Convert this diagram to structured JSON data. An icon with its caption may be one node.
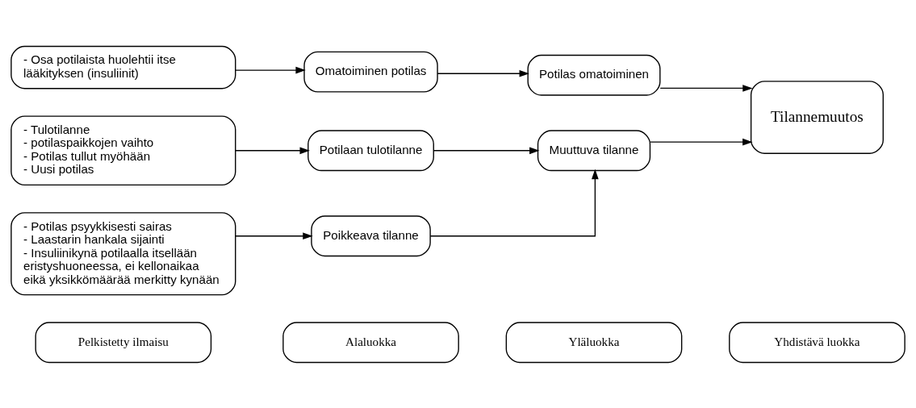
{
  "diagram": {
    "nodes": [
      {
        "text": [
          "Pelkistetty ilmaisu"
        ]
      },
      {
        "text": [
          "Alaluokka"
        ]
      },
      {
        "text": [
          "Yläluokka"
        ]
      },
      {
        "text": [
          "Yhdistävä luokka"
        ]
      },
      {
        "text": [
          "- Osa potilaista huolehtii itse lääkityksen (insuliinit)"
        ]
      },
      {
        "text": [
          "Omatoiminen potilas"
        ]
      },
      {
        "text": [
          "Potilas omatoiminen"
        ]
      },
      {
        "text": [
          "- Tulotilanne",
          "- potilaspaikkojen vaihto",
          "- Potilas tullut myöhään",
          "- Uusi potilas"
        ]
      },
      {
        "text": [
          "Potilaan tulotilanne"
        ]
      },
      {
        "text": [
          "Muuttuva tilanne"
        ]
      },
      {
        "text": [
          "Tilannemuutos"
        ]
      },
      {
        "text": [
          "- Potilas psyykkisesti sairas",
          "- Laastarin hankala sijainti",
          "- Insuliinikynä potilaalla itsellään eristyshuoneessa, ei kellonaikaa eikä yksikkömäärää merkitty kynään"
        ]
      },
      {
        "text": [
          "Poikkeava tilanne"
        ]
      }
    ],
    "edges": [
      {
        "from": 4,
        "to": 5,
        "arrow": "to"
      },
      {
        "from": 5,
        "to": 6,
        "arrow": "to"
      },
      {
        "from": 7,
        "to": 8,
        "arrow": "to"
      },
      {
        "from": 11,
        "to": 12,
        "arrow": "to"
      },
      {
        "from": 8,
        "to": 9,
        "arrow": "to"
      },
      {
        "from": 12,
        "to": 9,
        "arrow": "to"
      },
      {
        "from": 6,
        "to": 10,
        "arrow": "to"
      },
      {
        "from": 9,
        "to": 10,
        "arrow": "to"
      }
    ]
  }
}
